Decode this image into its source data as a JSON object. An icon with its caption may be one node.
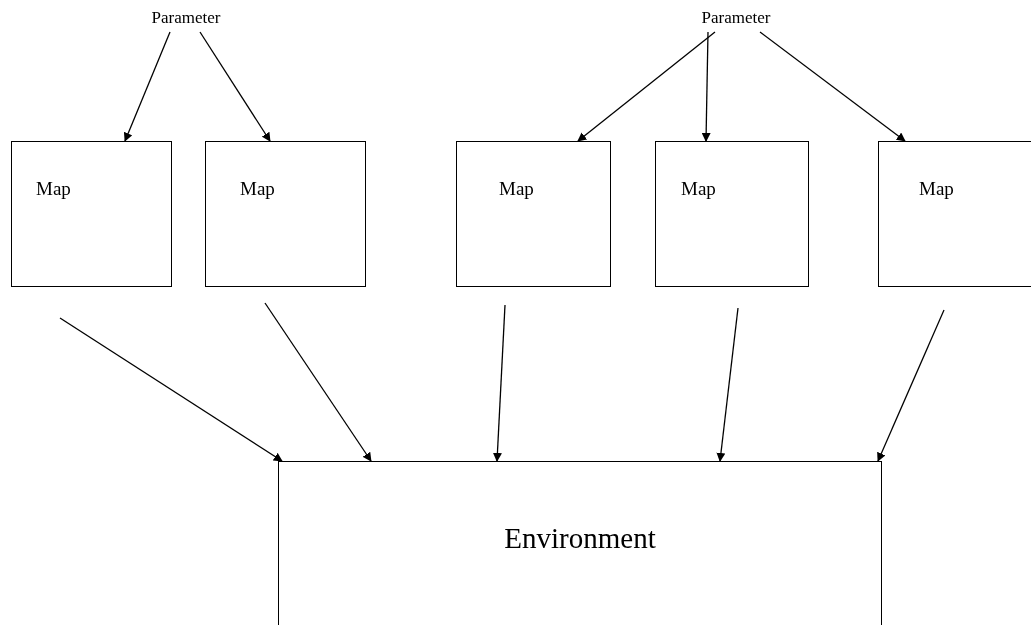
{
  "diagram": {
    "nodes": [
      {
        "text": [
          "Parameter"
        ]
      },
      {
        "text": [
          "Parameter"
        ]
      },
      {
        "text": [
          "Map"
        ]
      },
      {
        "text": [
          "Map"
        ]
      },
      {
        "text": [
          "Map"
        ]
      },
      {
        "text": [
          "Map"
        ]
      },
      {
        "text": [
          "Map"
        ]
      },
      {
        "text": [
          "Environment"
        ]
      }
    ],
    "edges": [
      {
        "from": 0,
        "to": 2,
        "arrow": "to"
      },
      {
        "from": 0,
        "to": 3,
        "arrow": "to"
      },
      {
        "from": 1,
        "to": 4,
        "arrow": "to"
      },
      {
        "from": 1,
        "to": 5,
        "arrow": "to"
      },
      {
        "from": 1,
        "to": 6,
        "arrow": "to"
      },
      {
        "from": 2,
        "to": 7,
        "arrow": "to"
      },
      {
        "from": 3,
        "to": 7,
        "arrow": "to"
      },
      {
        "from": 4,
        "to": 7,
        "arrow": "to"
      },
      {
        "from": 5,
        "to": 7,
        "arrow": "to"
      },
      {
        "from": 6,
        "to": 7,
        "arrow": "to"
      }
    ]
  }
}
